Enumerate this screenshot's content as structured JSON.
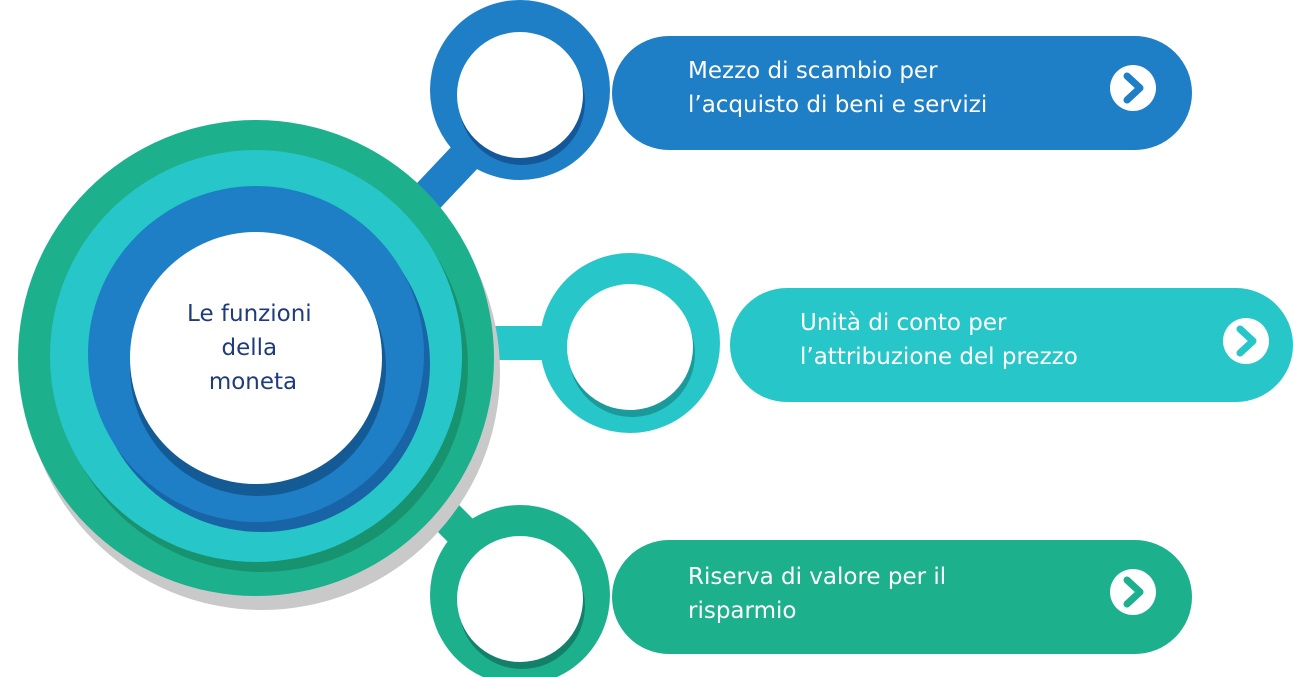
{
  "colors": {
    "dark_blue": "#1e7fc6",
    "cyan": "#27c6c8",
    "green": "#1db08d",
    "center_text": "#1f3c7a",
    "arrow_icon_bg": "#ffffff"
  },
  "center": {
    "lines": [
      "Le funzioni",
      "della",
      "moneta"
    ]
  },
  "items": [
    {
      "lines": [
        "Mezzo di scambio per",
        "l’acquisto di beni e servizi"
      ],
      "icon": "chevron-right-icon",
      "color": "#1e7fc6"
    },
    {
      "lines": [
        "Unità di conto per",
        "l’attribuzione del prezzo"
      ],
      "icon": "chevron-right-icon",
      "color": "#27c6c8"
    },
    {
      "lines": [
        "Riserva di valore per il",
        "risparmio"
      ],
      "icon": "chevron-right-icon",
      "color": "#1db08d"
    }
  ]
}
